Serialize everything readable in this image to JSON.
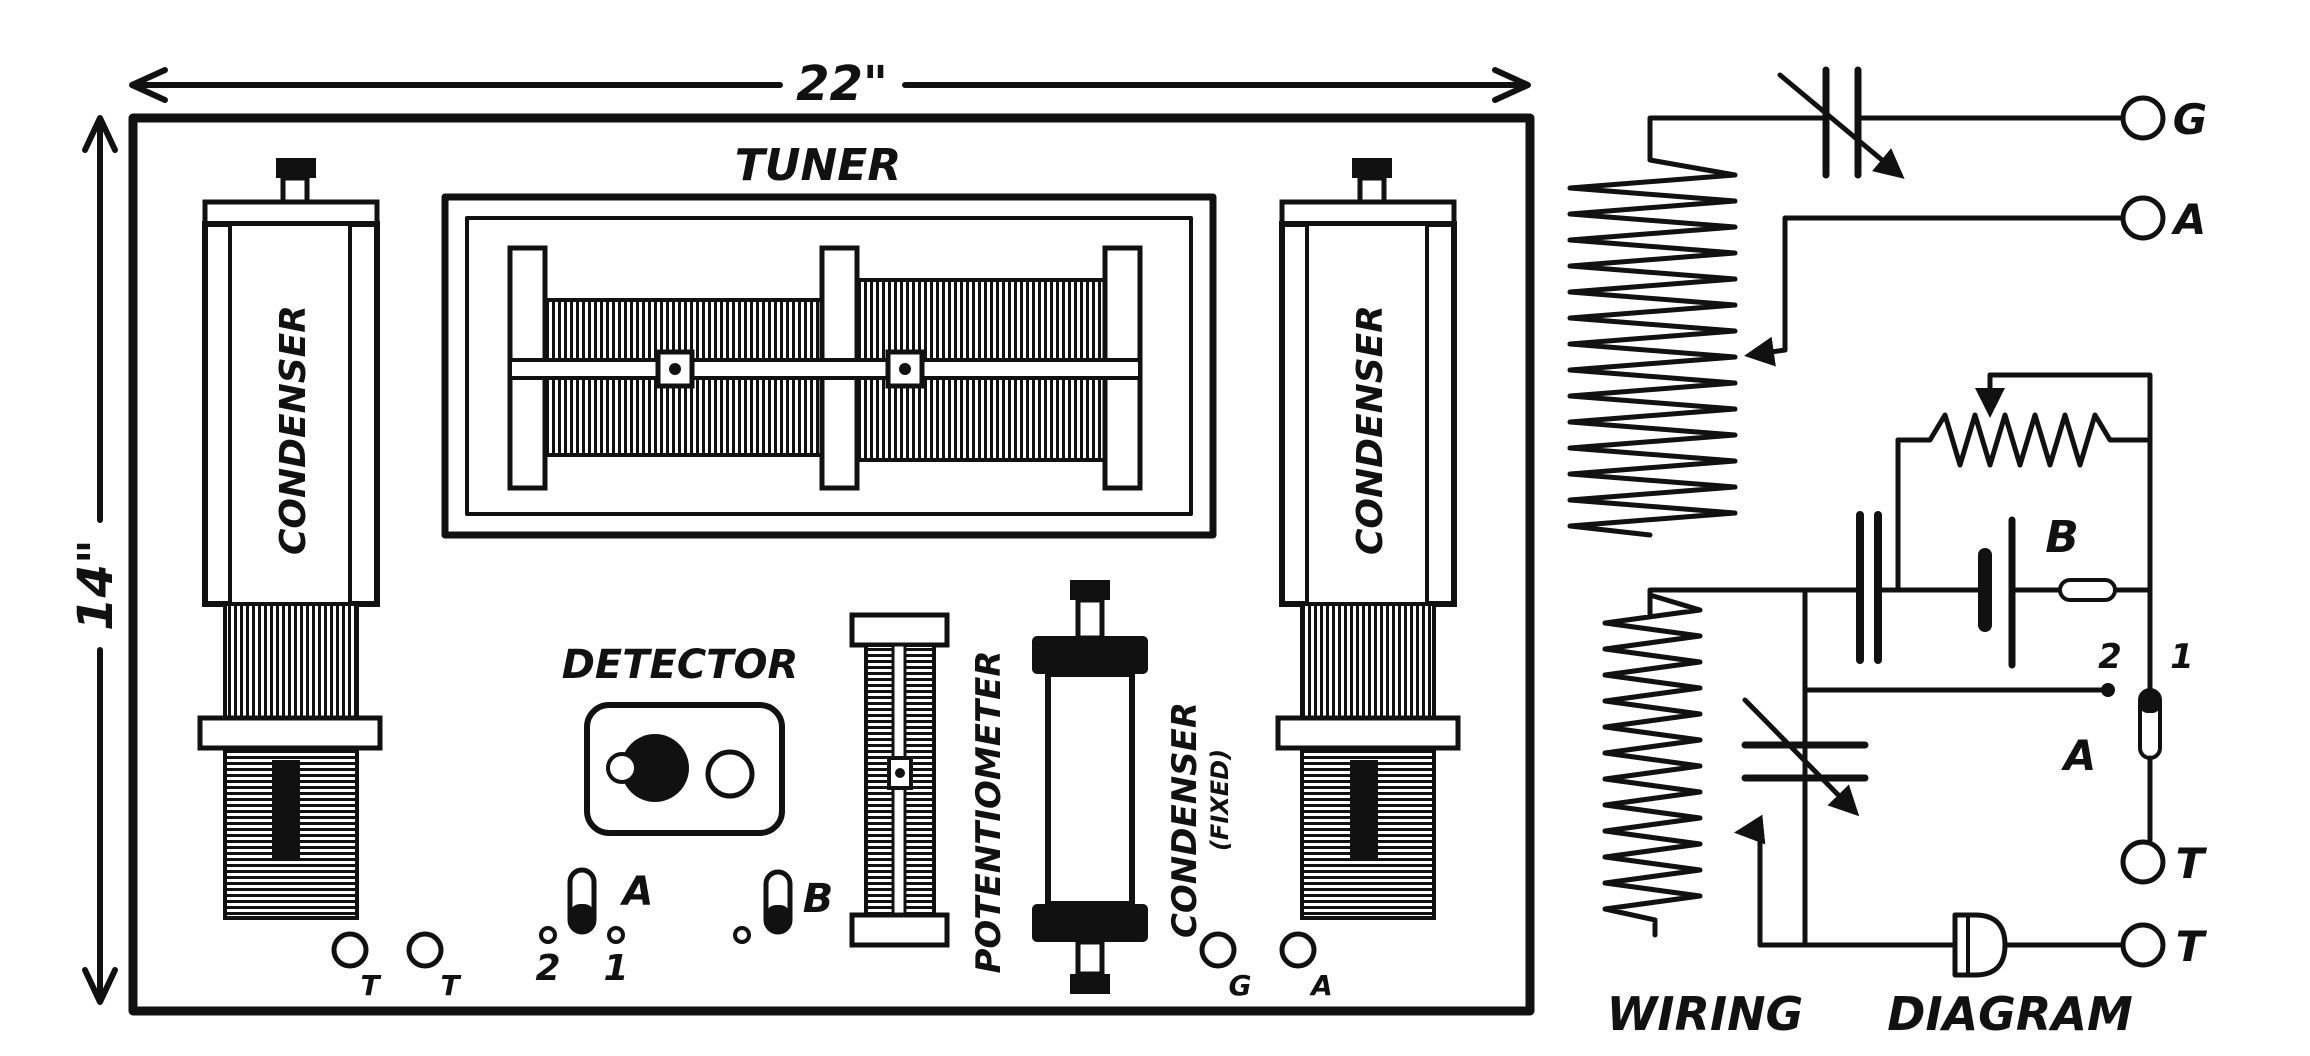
{
  "dimensions": {
    "width_label": "22\"",
    "height_label": "14\""
  },
  "panel": {
    "tuner_label": "TUNER",
    "condenser_left_label": "CONDENSER",
    "condenser_right_label": "CONDENSER",
    "detector_label": "DETECTOR",
    "potentiometer_label": "POTENTIOMETER",
    "fixed_condenser_label": "CONDENSER",
    "fixed_condenser_sub": "(FIXED)",
    "switch_a_label": "A",
    "switch_a_pos2": "2",
    "switch_a_pos1": "1",
    "switch_b_label": "B",
    "terminal_t1": "T",
    "terminal_t2": "T",
    "terminal_g": "G",
    "terminal_a": "A"
  },
  "wiring": {
    "title_left": "WIRING",
    "title_right": "DIAGRAM",
    "terminal_g": "G",
    "terminal_a": "A",
    "terminal_t1": "T",
    "terminal_t2": "T",
    "battery_label": "B",
    "switch_label": "A",
    "switch_pos2": "2",
    "switch_pos1": "1"
  },
  "colors": {
    "ink": "#111111",
    "paper": "#ffffff"
  }
}
